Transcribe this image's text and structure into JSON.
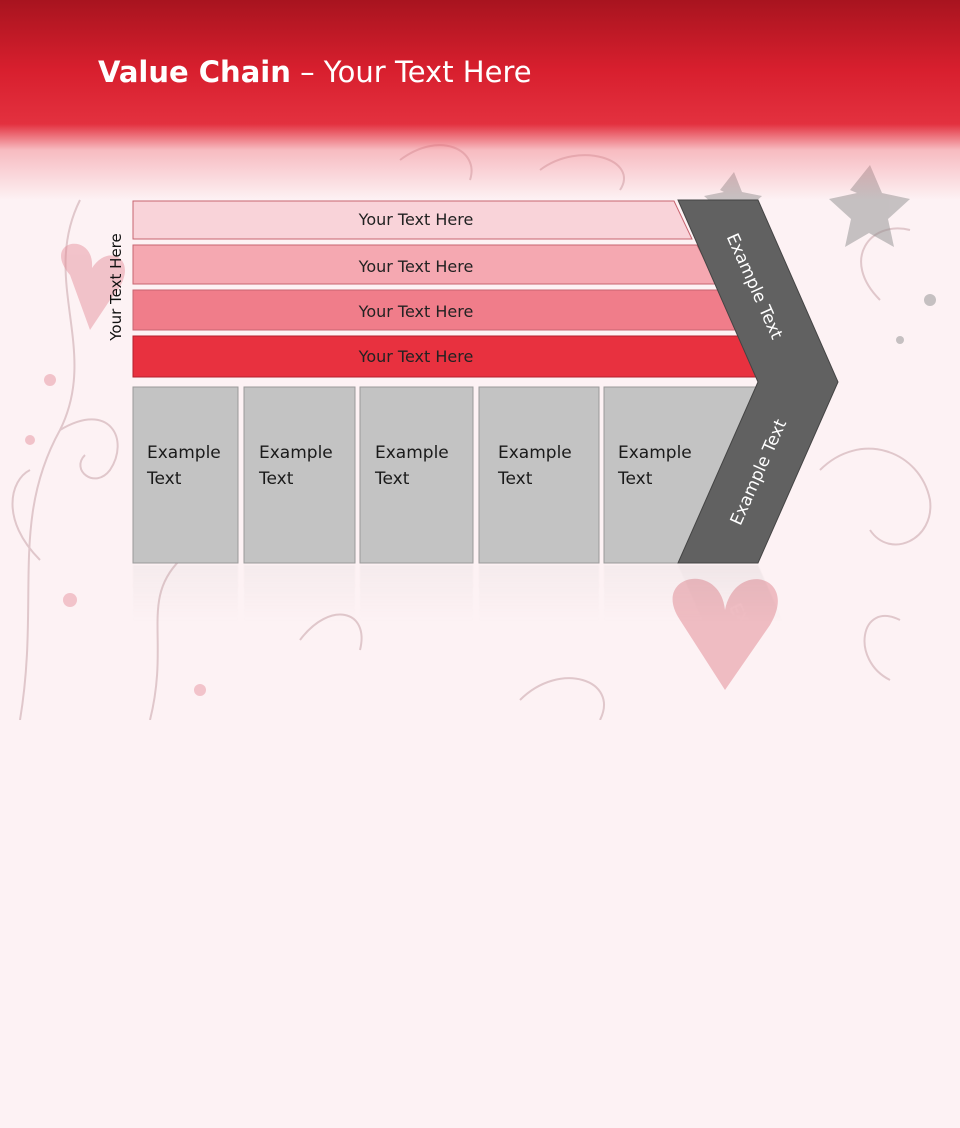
{
  "slide": {
    "title_bold": "Value Chain",
    "title_rest": " – Your Text Here",
    "side_label": "Your Text Here"
  },
  "bars": [
    {
      "label": "Your Text Here",
      "color": "#f9d3d9"
    },
    {
      "label": "Your Text Here",
      "color": "#f5a8b1"
    },
    {
      "label": "Your Text Here",
      "color": "#f07d8a"
    },
    {
      "label": "Your Text Here",
      "color": "#e8313f"
    }
  ],
  "boxes": [
    {
      "line1": "Example",
      "line2": "Text"
    },
    {
      "line1": "Example",
      "line2": "Text"
    },
    {
      "line1": "Example",
      "line2": "Text"
    },
    {
      "line1": "Example",
      "line2": "Text"
    },
    {
      "line1": "Example",
      "line2": "Text"
    }
  ],
  "chevron": {
    "upper_label": "Example Text",
    "lower_label": "Example Text",
    "color": "#616161"
  },
  "colors": {
    "accent": "#d81f2e",
    "box_fill": "#c3c3c3"
  }
}
